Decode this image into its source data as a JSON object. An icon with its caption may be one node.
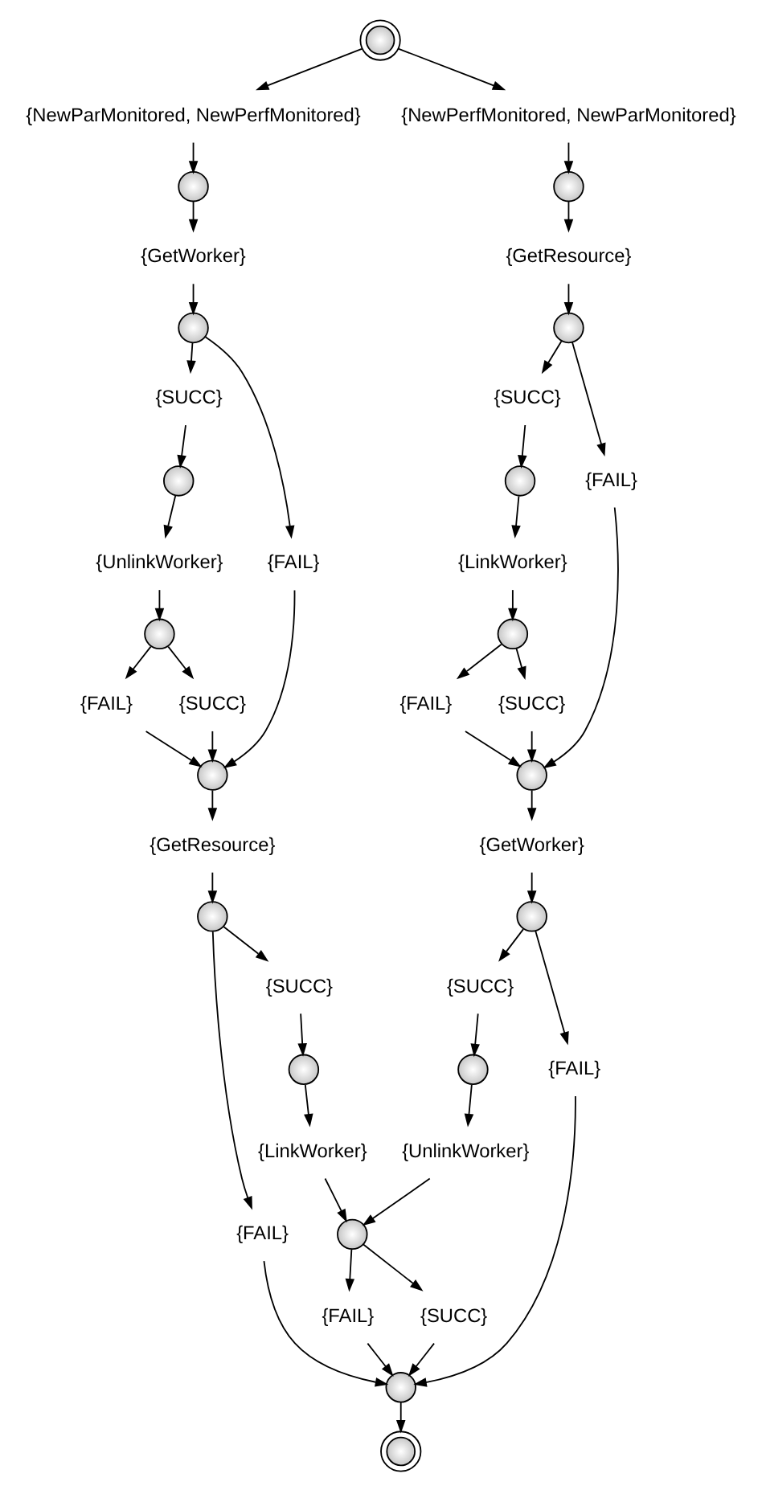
{
  "diagram": {
    "nodes": [
      {
        "text": [],
        "shape": "doublecircle"
      },
      {
        "text": [
          "{NewParMonitored, NewPerfMonitored}"
        ]
      },
      {
        "text": [
          "{NewPerfMonitored, NewParMonitored}"
        ]
      },
      {
        "text": [],
        "shape": "circle"
      },
      {
        "text": [],
        "shape": "circle"
      },
      {
        "text": [
          "{GetWorker}"
        ]
      },
      {
        "text": [
          "{GetResource}"
        ]
      },
      {
        "text": [],
        "shape": "circle"
      },
      {
        "text": [],
        "shape": "circle"
      },
      {
        "text": [
          "{SUCC}"
        ]
      },
      {
        "text": [
          "{SUCC}"
        ]
      },
      {
        "text": [],
        "shape": "circle"
      },
      {
        "text": [],
        "shape": "circle"
      },
      {
        "text": [
          "{UnlinkWorker}"
        ]
      },
      {
        "text": [
          "{FAIL}"
        ]
      },
      {
        "text": [
          "{LinkWorker}"
        ]
      },
      {
        "text": [
          "{FAIL}"
        ]
      },
      {
        "text": [],
        "shape": "circle"
      },
      {
        "text": [],
        "shape": "circle"
      },
      {
        "text": [
          "{FAIL}"
        ]
      },
      {
        "text": [
          "{SUCC}"
        ]
      },
      {
        "text": [
          "{FAIL}"
        ]
      },
      {
        "text": [
          "{SUCC}"
        ]
      },
      {
        "text": [],
        "shape": "circle"
      },
      {
        "text": [],
        "shape": "circle"
      },
      {
        "text": [
          "{GetResource}"
        ]
      },
      {
        "text": [
          "{GetWorker}"
        ]
      },
      {
        "text": [],
        "shape": "circle"
      },
      {
        "text": [],
        "shape": "circle"
      },
      {
        "text": [
          "{SUCC}"
        ]
      },
      {
        "text": [
          "{SUCC}"
        ]
      },
      {
        "text": [],
        "shape": "circle"
      },
      {
        "text": [],
        "shape": "circle"
      },
      {
        "text": [
          "{LinkWorker}"
        ]
      },
      {
        "text": [
          "{UnlinkWorker}"
        ]
      },
      {
        "text": [
          "{FAIL}"
        ]
      },
      {
        "text": [],
        "shape": "circle"
      },
      {
        "text": [
          "{FAIL}"
        ]
      },
      {
        "text": [
          "{FAIL}"
        ]
      },
      {
        "text": [
          "{SUCC}"
        ]
      },
      {
        "text": [],
        "shape": "circle"
      },
      {
        "text": [],
        "shape": "doublecircle"
      }
    ],
    "edges": [
      {
        "from": 0,
        "to": 1,
        "arrow": "to"
      },
      {
        "from": 0,
        "to": 2,
        "arrow": "to"
      },
      {
        "from": 1,
        "to": 3,
        "arrow": "to"
      },
      {
        "from": 2,
        "to": 4,
        "arrow": "to"
      },
      {
        "from": 3,
        "to": 5,
        "arrow": "to"
      },
      {
        "from": 4,
        "to": 6,
        "arrow": "to"
      },
      {
        "from": 5,
        "to": 7,
        "arrow": "to"
      },
      {
        "from": 6,
        "to": 8,
        "arrow": "to"
      },
      {
        "from": 7,
        "to": 9,
        "arrow": "to"
      },
      {
        "from": 7,
        "to": 14,
        "arrow": "to"
      },
      {
        "from": 8,
        "to": 10,
        "arrow": "to"
      },
      {
        "from": 8,
        "to": 16,
        "arrow": "to"
      },
      {
        "from": 9,
        "to": 11,
        "arrow": "to"
      },
      {
        "from": 10,
        "to": 12,
        "arrow": "to"
      },
      {
        "from": 11,
        "to": 13,
        "arrow": "to"
      },
      {
        "from": 12,
        "to": 15,
        "arrow": "to"
      },
      {
        "from": 13,
        "to": 17,
        "arrow": "to"
      },
      {
        "from": 15,
        "to": 18,
        "arrow": "to"
      },
      {
        "from": 17,
        "to": 19,
        "arrow": "to"
      },
      {
        "from": 17,
        "to": 20,
        "arrow": "to"
      },
      {
        "from": 18,
        "to": 21,
        "arrow": "to"
      },
      {
        "from": 18,
        "to": 22,
        "arrow": "to"
      },
      {
        "from": 19,
        "to": 23,
        "arrow": "to"
      },
      {
        "from": 20,
        "to": 23,
        "arrow": "to"
      },
      {
        "from": 14,
        "to": 23,
        "arrow": "to"
      },
      {
        "from": 21,
        "to": 24,
        "arrow": "to"
      },
      {
        "from": 22,
        "to": 24,
        "arrow": "to"
      },
      {
        "from": 16,
        "to": 24,
        "arrow": "to"
      },
      {
        "from": 23,
        "to": 25,
        "arrow": "to"
      },
      {
        "from": 24,
        "to": 26,
        "arrow": "to"
      },
      {
        "from": 25,
        "to": 27,
        "arrow": "to"
      },
      {
        "from": 26,
        "to": 28,
        "arrow": "to"
      },
      {
        "from": 27,
        "to": 29,
        "arrow": "to"
      },
      {
        "from": 27,
        "to": 35,
        "arrow": "to"
      },
      {
        "from": 28,
        "to": 30,
        "arrow": "to"
      },
      {
        "from": 28,
        "to": 37,
        "arrow": "to"
      },
      {
        "from": 29,
        "to": 31,
        "arrow": "to"
      },
      {
        "from": 30,
        "to": 32,
        "arrow": "to"
      },
      {
        "from": 31,
        "to": 33,
        "arrow": "to"
      },
      {
        "from": 32,
        "to": 34,
        "arrow": "to"
      },
      {
        "from": 33,
        "to": 36,
        "arrow": "to"
      },
      {
        "from": 34,
        "to": 36,
        "arrow": "to"
      },
      {
        "from": 36,
        "to": 38,
        "arrow": "to"
      },
      {
        "from": 36,
        "to": 39,
        "arrow": "to"
      },
      {
        "from": 35,
        "to": 40,
        "arrow": "to"
      },
      {
        "from": 38,
        "to": 40,
        "arrow": "to"
      },
      {
        "from": 39,
        "to": 40,
        "arrow": "to"
      },
      {
        "from": 37,
        "to": 40,
        "arrow": "to"
      },
      {
        "from": 40,
        "to": 41,
        "arrow": "to"
      }
    ]
  }
}
